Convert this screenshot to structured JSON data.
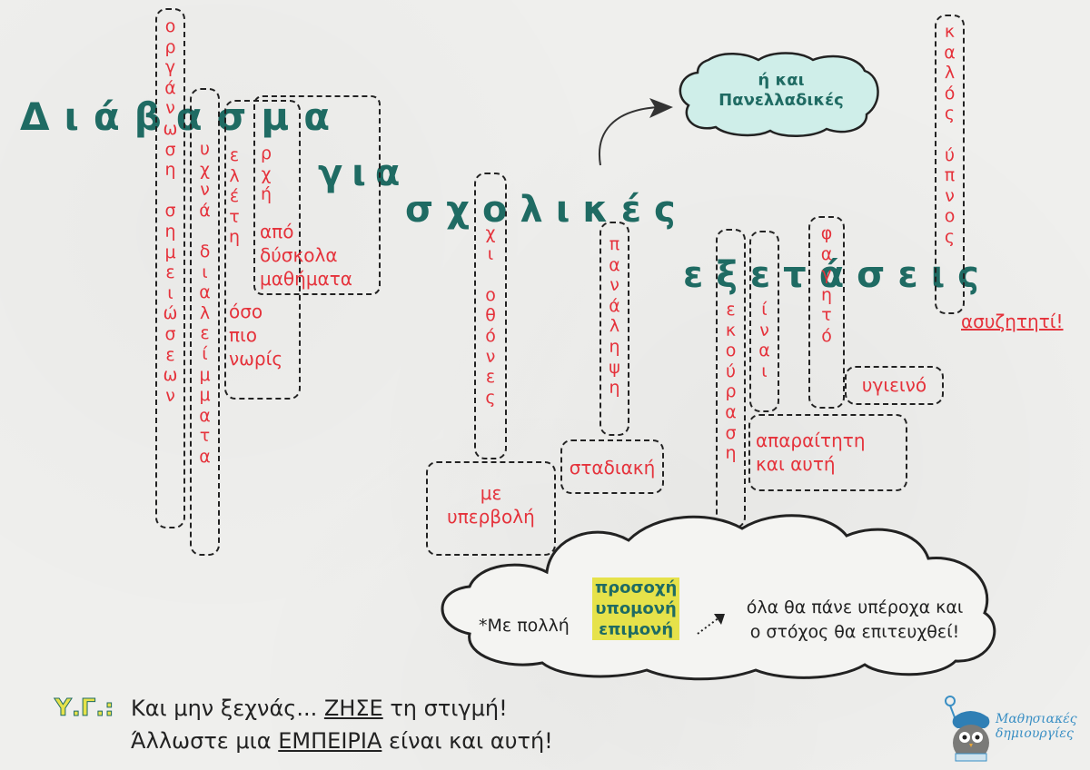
{
  "title": {
    "word1": "Διάβασμα",
    "word2": "για",
    "word3": "σχολικές",
    "word4": "εξετάσεις"
  },
  "bubble_top": {
    "line1": "ή και",
    "line2": "Πανελλαδικές"
  },
  "columns": {
    "organosi": "οργάνωση σημειώσεων",
    "syxna": "υχνά διαλείμματα",
    "meleti": "ελέτη",
    "arxi": "ρχή",
    "oxi": "χι οθόνες",
    "panalipsi": "πανάληψη",
    "ksekourasi": "εκούραση",
    "einai": "ίναι",
    "fagito": "φαγητό",
    "kalos": "καλός ύπνος"
  },
  "labels": {
    "apo_dyskola": [
      "από",
      "δύσκολα",
      "μαθήματα"
    ],
    "oso_pio_noris": [
      "όσο",
      "πιο",
      "νωρίς"
    ],
    "me_yperboli": [
      "με",
      "υπερβολή"
    ],
    "stadiaki": "σταδιακή",
    "ygieino": "υγιεινό",
    "aparaititi": [
      "απαραίτητη",
      "και αυτή"
    ],
    "asyzitiiti": "ασυζητητί!"
  },
  "cloud": {
    "lead": "*Με πολλή",
    "hl1": "προσοχή",
    "hl2": "υπομονή",
    "hl3": "επιμονή",
    "result1": "όλα θα πάνε υπέροχα και",
    "result2": "ο στόχος θα επιτευχθεί!"
  },
  "footer": {
    "ps": "Υ.Γ.:",
    "line1_a": "Και μην ξεχνάς... ",
    "line1_u": "ΖΗΣΕ",
    "line1_b": " τη στιγμή!",
    "line2_a": "Άλλωστε μια ",
    "line2_u": "ΕΜΠΕΙΡΙΑ",
    "line2_b": " είναι και αυτή!"
  },
  "logo": {
    "line1": "Μαθησιακές",
    "line2": "δημιουργίες"
  },
  "colors": {
    "teal": "#1f6b63",
    "red": "#e5323b",
    "highlight": "#e6e24a",
    "bubble": "#cfeee9"
  }
}
